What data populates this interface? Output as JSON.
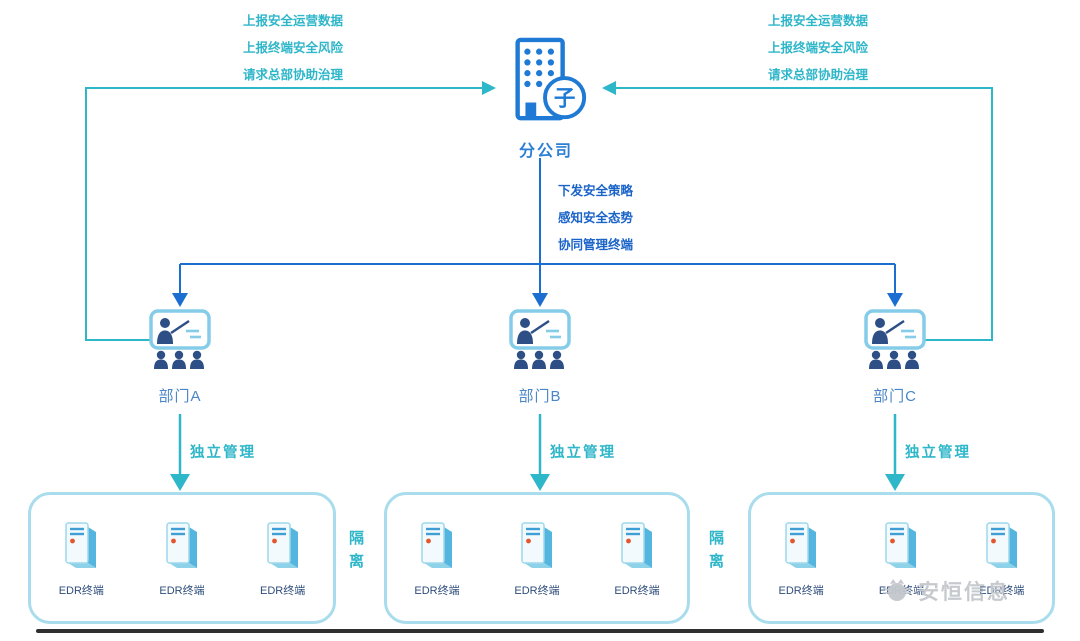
{
  "colors": {
    "teal": "#2eb6c9",
    "blue_line": "#1c6fd1",
    "blue_text": "#1a63c9",
    "dept_label": "#4a86c8",
    "box_border": "#a9dcec",
    "server_side": "#54b6de",
    "server_dot": "#e2572e",
    "edr_text": "#2e4d7a",
    "watermark": "#c3c8cd"
  },
  "hq": {
    "label": "分公司",
    "badge": "子"
  },
  "feedback_left": [
    "上报安全运营数据",
    "上报终端安全风险",
    "请求总部协助治理"
  ],
  "feedback_right": [
    "上报安全运营数据",
    "上报终端安全风险",
    "请求总部协助治理"
  ],
  "downstream": [
    "下发安全策略",
    "感知安全态势",
    "协同管理终端"
  ],
  "departments": [
    {
      "label": "部门A"
    },
    {
      "label": "部门B"
    },
    {
      "label": "部门C"
    }
  ],
  "manage_label": "独立管理",
  "isolation_label": "隔离",
  "edr_label": "EDR终端",
  "watermark_text": "安恒信息"
}
